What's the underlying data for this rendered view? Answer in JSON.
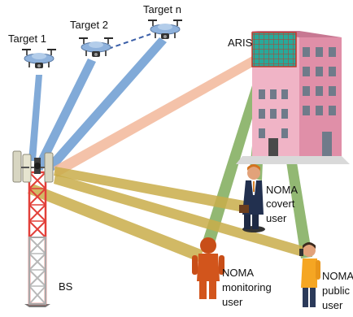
{
  "targets": [
    {
      "label": "Target 1"
    },
    {
      "label": "Target 2"
    },
    {
      "label": "Target n"
    }
  ],
  "aris": {
    "label": "ARIS"
  },
  "bs": {
    "label": "BS"
  },
  "users": {
    "covert": {
      "line1": "NOMA",
      "line2": "covert",
      "line3": "user"
    },
    "monitoring": {
      "line1": "NOMA",
      "line2": "monitoring",
      "line3": "user"
    },
    "public": {
      "line1": "NOMA",
      "line2": "public",
      "line3": "user"
    }
  },
  "colors": {
    "sensing_beam": "#6b9bd1",
    "aris_beam": "#f2b79a",
    "reflected_beam": "#7fab5a",
    "direct_beam": "#c9ad4a",
    "tower_red": "#e2403a",
    "building_pink": "#f0b4c6",
    "aris_grid": "#28a99a",
    "drone_blue": "#8fb2dc"
  }
}
